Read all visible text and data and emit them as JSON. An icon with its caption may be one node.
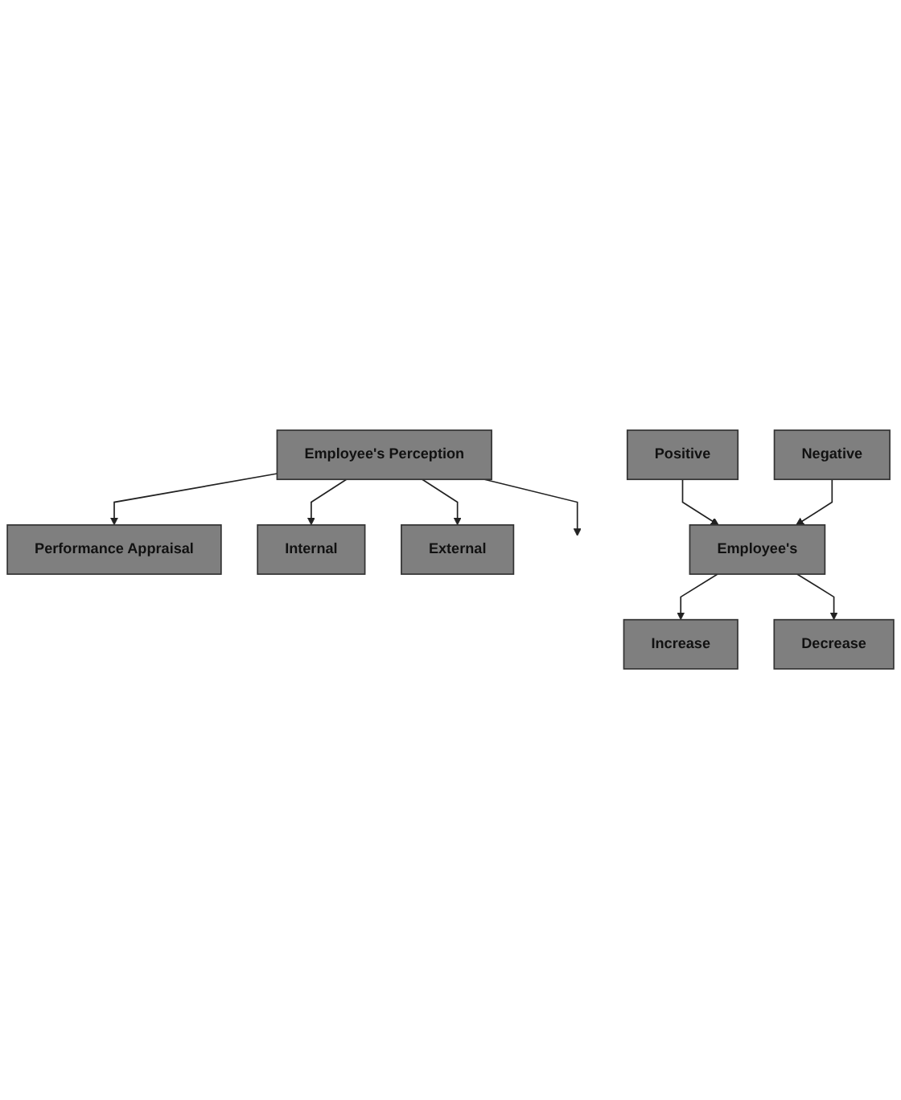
{
  "diagram": {
    "nodes": [
      {
        "text": [
          "Performance Appraisal"
        ]
      },
      {
        "text": [
          "Internal"
        ]
      },
      {
        "text": [
          "Employee's Perception"
        ]
      },
      {
        "text": [
          "External"
        ]
      },
      {
        "text": [
          "Positive"
        ]
      },
      {
        "text": [
          "Negative"
        ]
      },
      {
        "text": [
          "Employee's"
        ]
      },
      {
        "text": [
          "Increase"
        ]
      },
      {
        "text": [
          "Decrease"
        ]
      }
    ],
    "edges": [
      {
        "from": 2,
        "to": 0,
        "arrow": "to"
      },
      {
        "from": 2,
        "to": 1,
        "arrow": "to"
      },
      {
        "from": 2,
        "to": 3,
        "arrow": "to"
      },
      {
        "from": 2,
        "to": null,
        "arrow": "to"
      },
      {
        "from": 4,
        "to": 6,
        "arrow": "to"
      },
      {
        "from": 5,
        "to": 6,
        "arrow": "to"
      },
      {
        "from": 6,
        "to": 7,
        "arrow": "to"
      },
      {
        "from": 6,
        "to": 8,
        "arrow": "to"
      }
    ]
  }
}
